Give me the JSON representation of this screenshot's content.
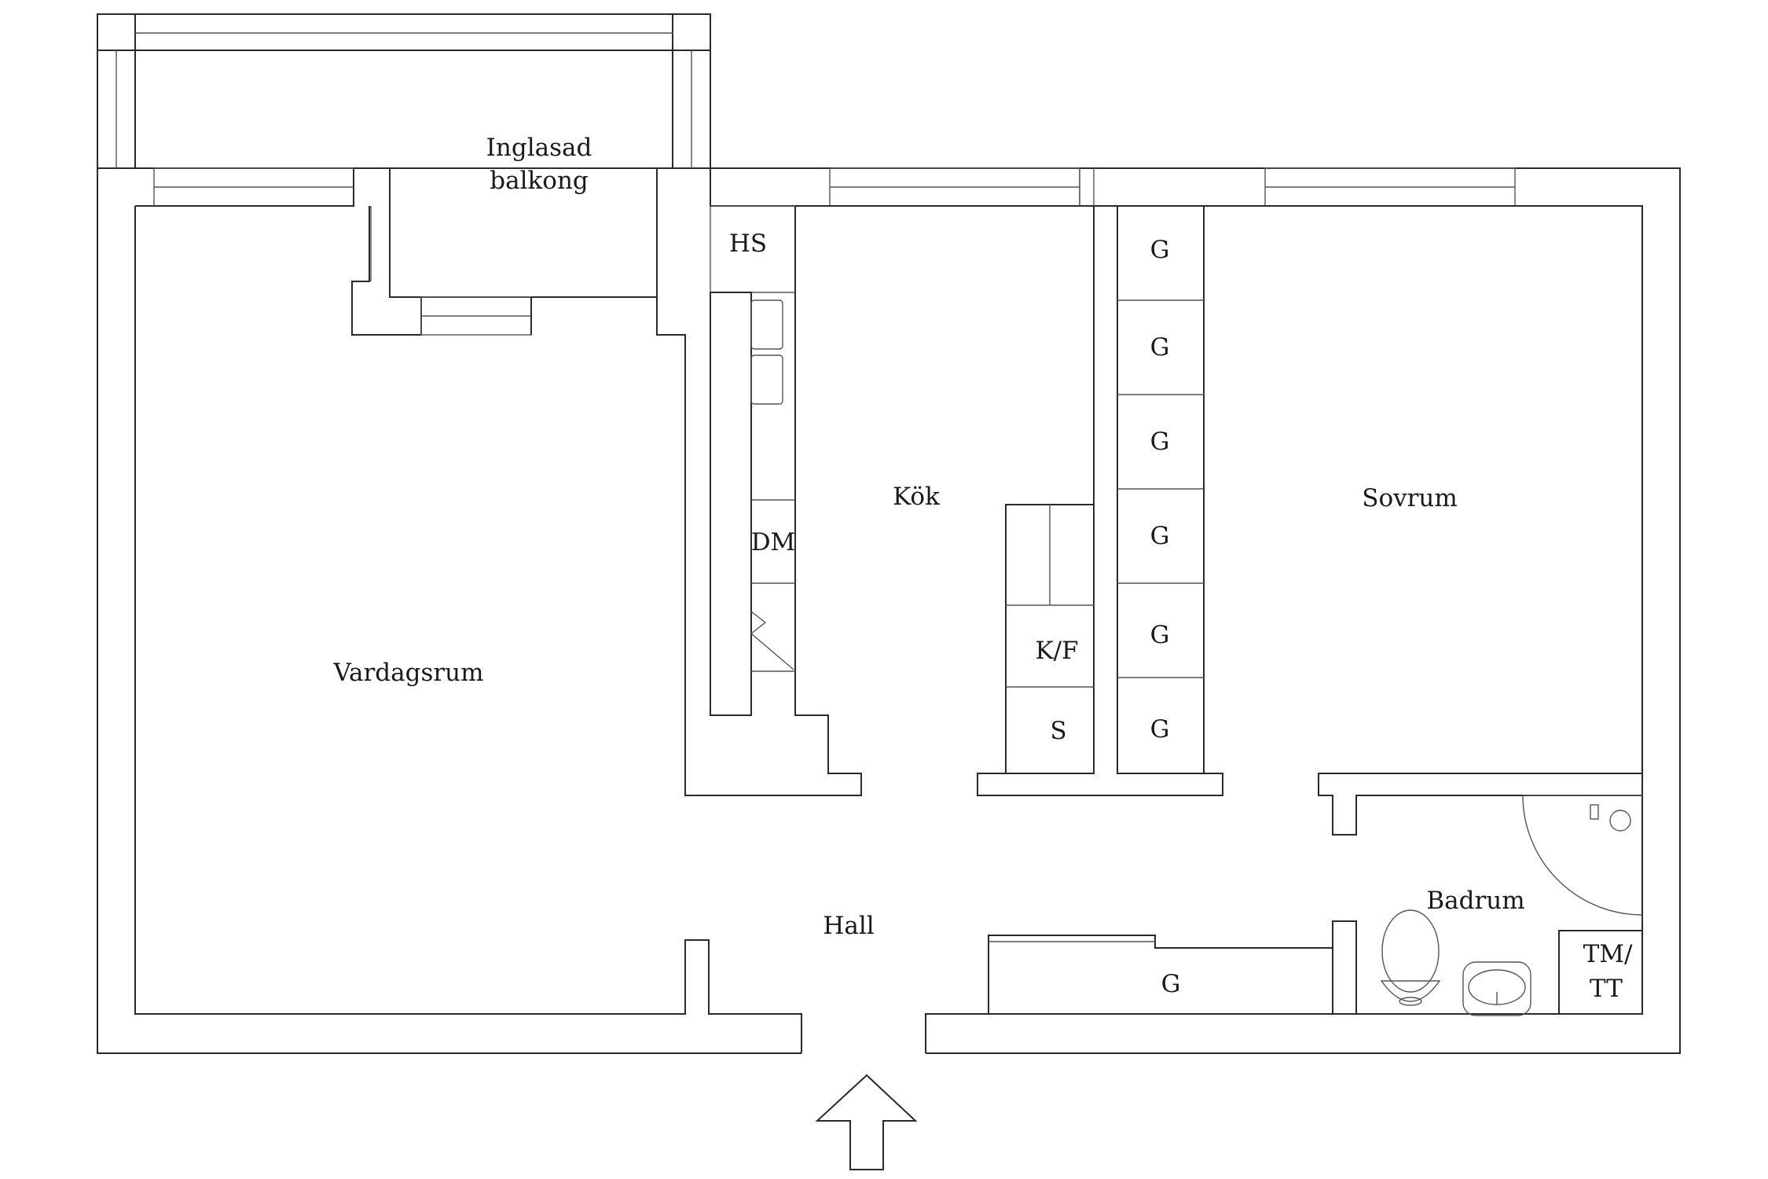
{
  "rooms": {
    "balcony_line1": "Inglasad",
    "balcony_line2": "balkong",
    "living": "Vardagsrum",
    "kitchen": "Kök",
    "bedroom": "Sovrum",
    "hall": "Hall",
    "bathroom": "Badrum"
  },
  "fixtures": {
    "hs": "HS",
    "dm": "DM",
    "kf": "K/F",
    "s": "S",
    "tm_line1": "TM/",
    "tm_line2": "TT",
    "hall_wardrobe": "G"
  },
  "bedroom_wardrobes": [
    "G",
    "G",
    "G",
    "G",
    "G",
    "G"
  ],
  "colors": {
    "lines": "#2a2a2a",
    "background": "#ffffff"
  }
}
